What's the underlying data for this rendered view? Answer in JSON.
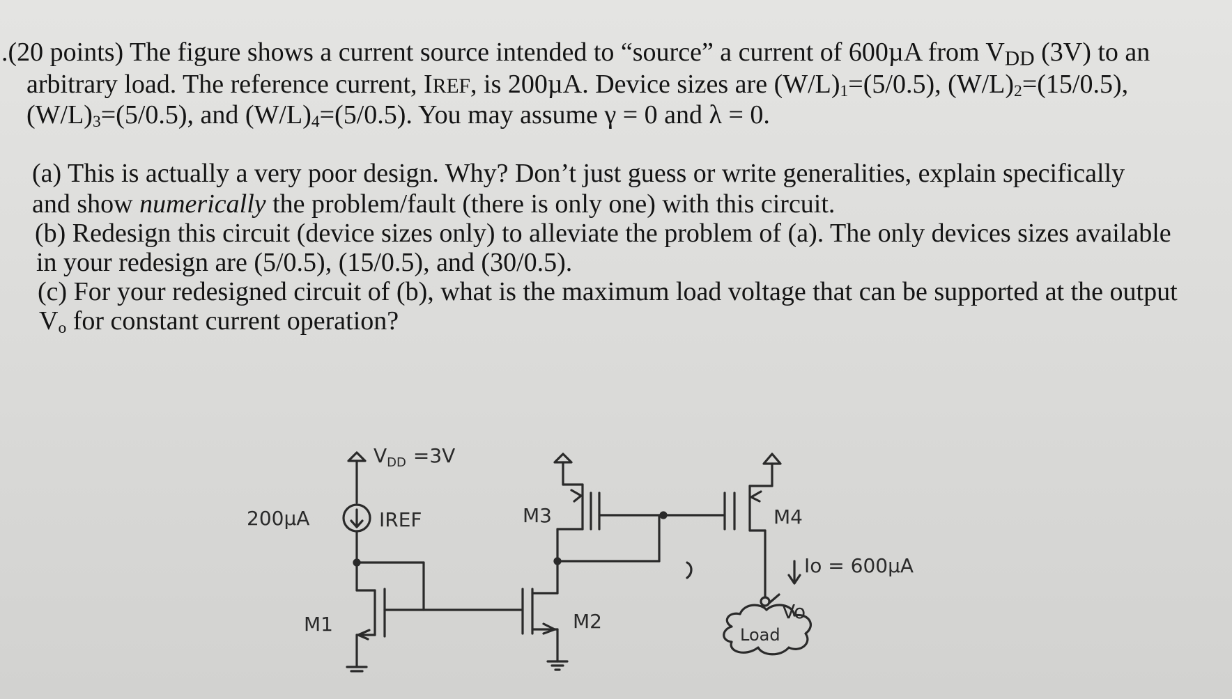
{
  "problem": {
    "line1_pre": ".(20 points) The figure shows a current source intended to “source” a current of 600µA from V",
    "line1_sub": "DD",
    "line1_post": " (3V) to an",
    "line2_pre": "arbitrary load.  The reference current, I",
    "line2_sub": "REF",
    "line2_post": ", is 200µA.  Device sizes are (W/L)",
    "line2_s1": "1",
    "line2_mid": "=(5/0.5), (W/L)",
    "line2_s2": "2",
    "line2_end": "=(15/0.5),",
    "line3_pre": "(W/L)",
    "line3_s3": "3",
    "line3_mid": "=(5/0.5), and (W/L)",
    "line3_s4": "4",
    "line3_post": "=(5/0.5).  You may assume γ = 0 and λ = 0."
  },
  "parts": {
    "a1": "(a) This is actually a very poor design.  Why?  Don’t just guess or write generalities, explain specifically",
    "a2_pre": "and show ",
    "a2_em": "numerically",
    "a2_post": " the problem/fault (there is only one) with this circuit.",
    "b1": "(b) Redesign this circuit (device sizes only) to alleviate the problem of (a).  The only devices sizes available",
    "b2": "in your redesign are (5/0.5), (15/0.5), and (30/0.5).",
    "c1": "(c) For your redesigned circuit of (b), what is the maximum load voltage that can be supported at the output",
    "c2_pre": "V",
    "c2_sub": "o",
    "c2_post": " for constant current operation?"
  },
  "diagram": {
    "vdd_label": "V",
    "vdd_sub": "DD",
    "vdd_value": "=3V",
    "iref_value": "200µA",
    "iref_label": "IREF",
    "m1": "M1",
    "m2": "M2",
    "m3": "M3",
    "m4": "M4",
    "io_label": "Io = 600µA",
    "vo_label": "Vo",
    "load_label": "Load"
  }
}
